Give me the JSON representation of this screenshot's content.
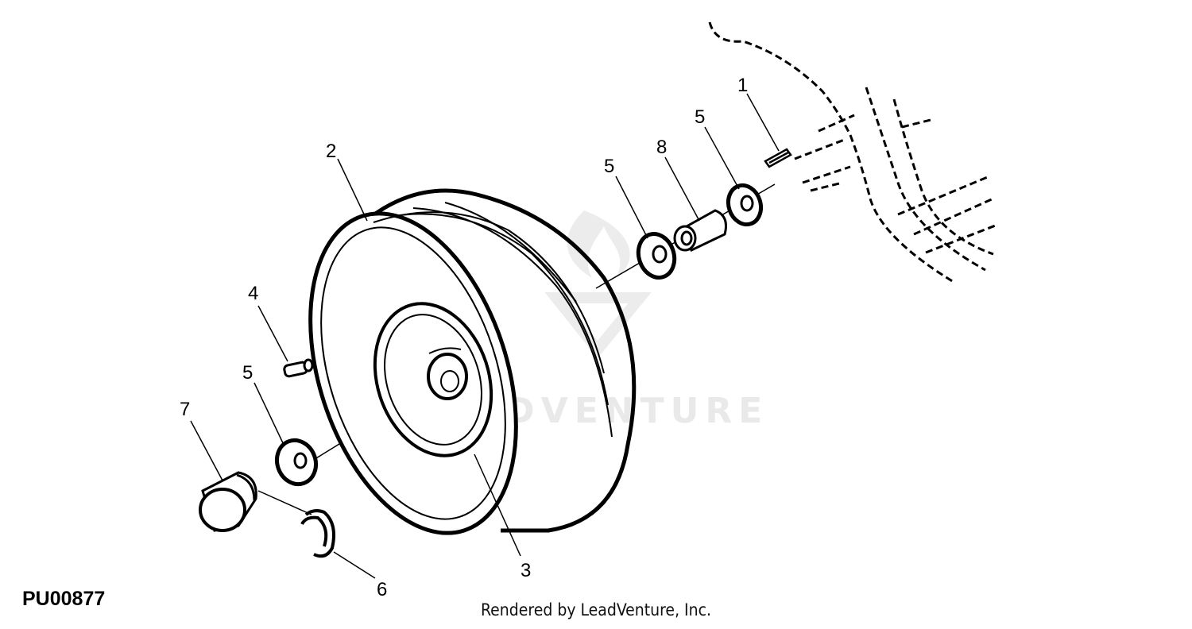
{
  "figure_id": "PU00877",
  "credit": "Rendered by LeadVenture, Inc.",
  "watermark": "LEADVENTURE",
  "callouts": [
    "1",
    "2",
    "3",
    "4",
    "5",
    "5",
    "5",
    "6",
    "7",
    "8"
  ]
}
